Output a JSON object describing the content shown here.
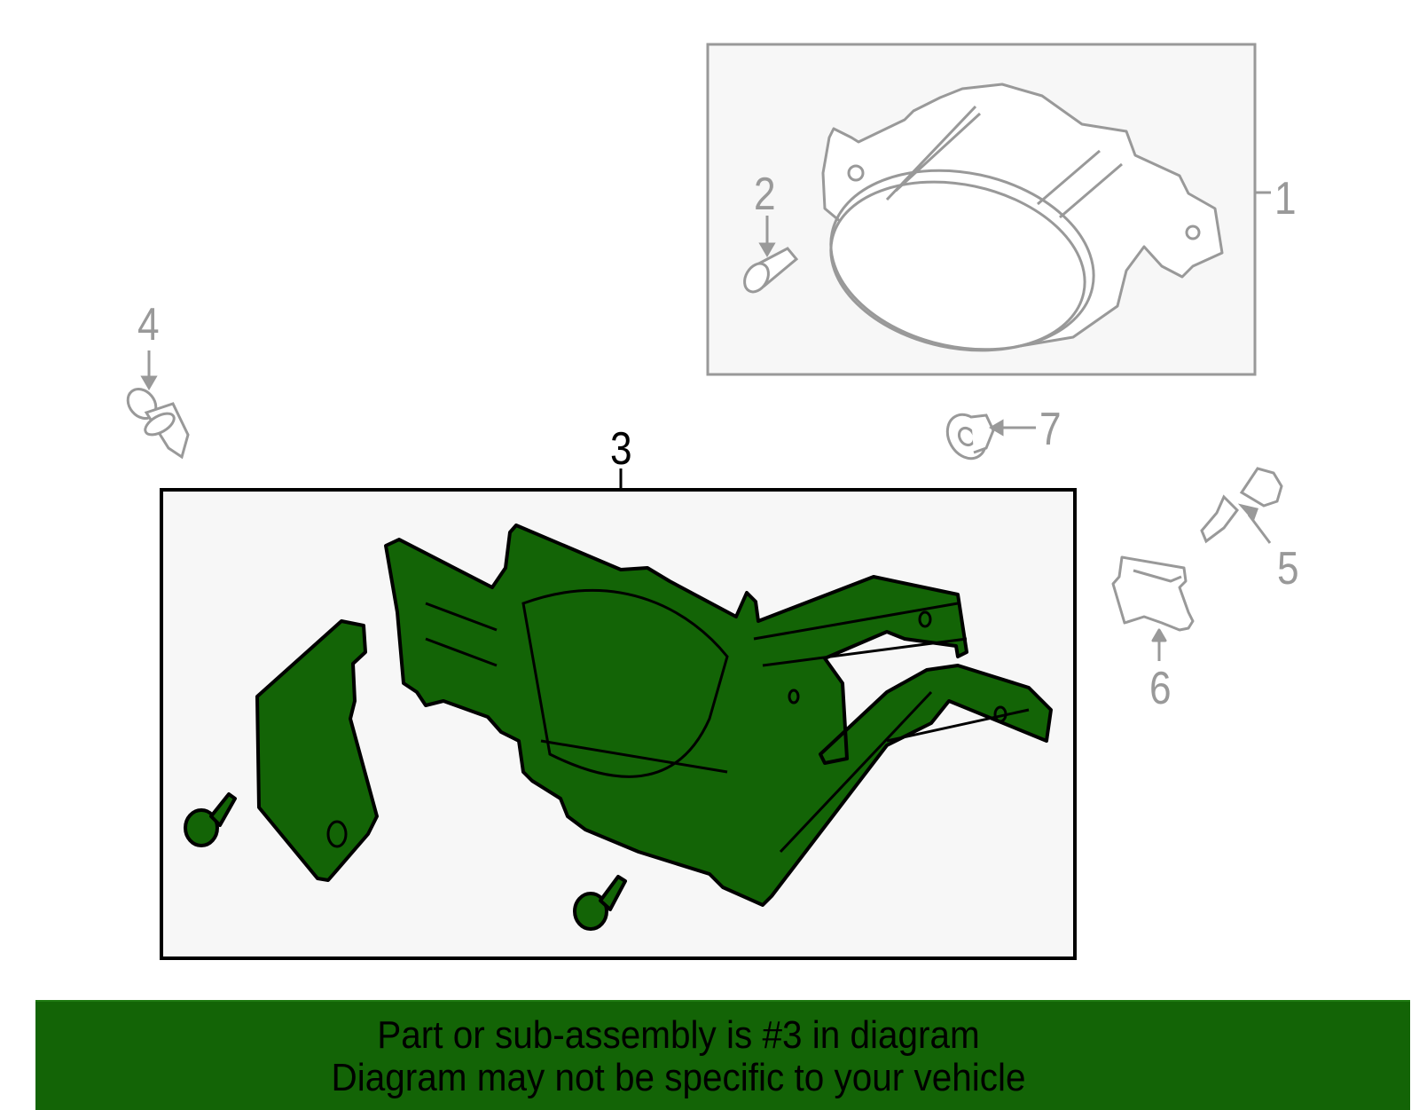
{
  "diagram": {
    "colors": {
      "highlight_fill": "#136406",
      "highlight_outline": "#000000",
      "other_parts": "#999999",
      "callout_box_bg": "#f7f7f7",
      "banner_bg": "#136406"
    },
    "callouts": [
      {
        "number": "1",
        "part": "fog-lamp-assembly"
      },
      {
        "number": "2",
        "part": "bulb"
      },
      {
        "number": "3",
        "part": "mounting-bracket-assembly",
        "highlighted": true
      },
      {
        "number": "4",
        "part": "push-clip"
      },
      {
        "number": "5",
        "part": "bolt"
      },
      {
        "number": "6",
        "part": "retainer-clip"
      },
      {
        "number": "7",
        "part": "nut"
      }
    ]
  },
  "banner": {
    "line1": "Part or sub-assembly is #3 in diagram",
    "line2": "Diagram may not be specific to your vehicle"
  }
}
